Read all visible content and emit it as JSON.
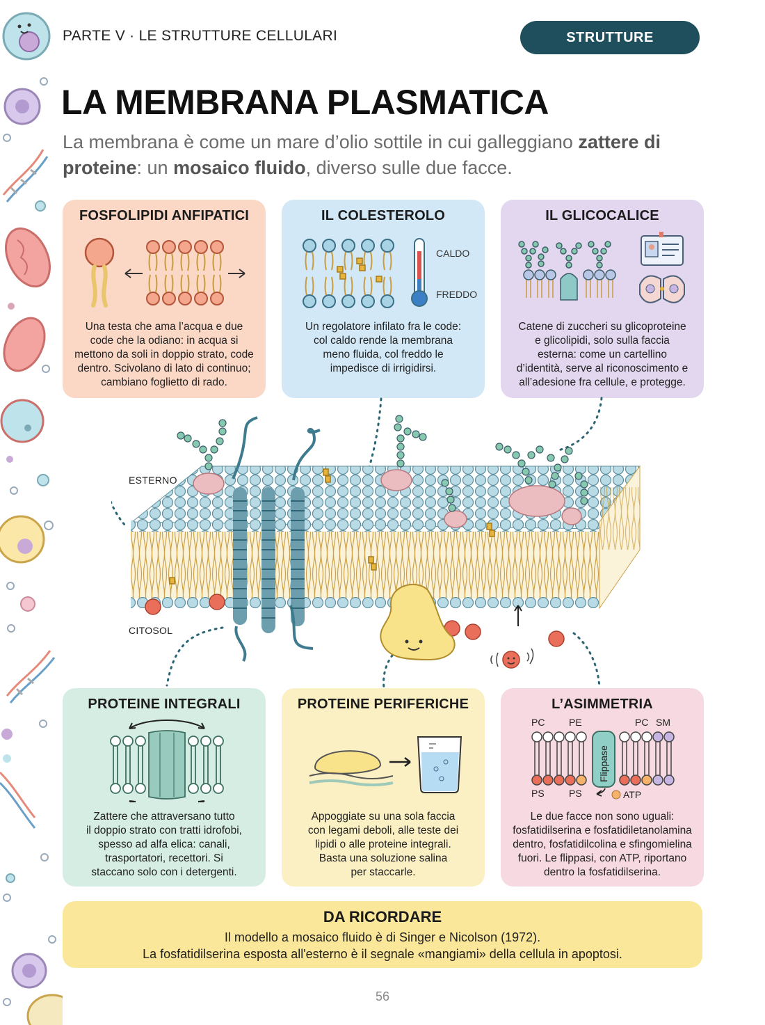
{
  "header": {
    "section": "PARTE V · LE STRUTTURE CELLULARI",
    "tag": "STRUTTURE"
  },
  "title": "LA MEMBRANA PLASMATICA",
  "intro": {
    "t1": "La membrana è come un mare d’olio sottile in cui galleggiano ",
    "b1": "zattere di proteine",
    "t2": ": un ",
    "b2": "mosaico fluido",
    "t3": ", diverso sulle due facce."
  },
  "cards": {
    "fosfolipidi": {
      "title": "FOSFOLIPIDI ANFIPATICI",
      "lines": [
        "Una testa che ama l’acqua e due",
        "code che la odiano: in acqua si",
        "mettono da soli in doppio strato, code",
        "dentro. Scivolano di lato di continuo;",
        "cambiano foglietto di rado."
      ]
    },
    "colesterolo": {
      "title": "IL COLESTEROLO",
      "hot": "CALDO",
      "cold": "FREDDO",
      "lines": [
        "Un regolatore infilato fra le code:",
        "col caldo rende la membrana",
        "meno fluida, col freddo le",
        "impedisce di irrigidirsi."
      ]
    },
    "glicocalice": {
      "title": "IL GLICOCALICE",
      "lines": [
        "Catene di zuccheri su glicoproteine",
        "e glicolipidi, solo sulla faccia",
        "esterna: come un cartellino",
        "d’identità, serve al riconoscimento e",
        "all’adesione fra cellule, e protegge."
      ]
    },
    "integrali": {
      "title": "PROTEINE INTEGRALI",
      "lines": [
        "Zattere che attraversano tutto",
        "il doppio strato con tratti idrofobi,",
        "spesso ad alfa elica: canali,",
        "trasportatori, recettori. Si",
        "staccano solo con i detergenti."
      ]
    },
    "periferiche": {
      "title": "PROTEINE PERIFERICHE",
      "lines": [
        "Appoggiate su una sola faccia",
        "con legami deboli, alle teste dei",
        "lipidi o alle proteine integrali.",
        "Basta una soluzione salina",
        "per staccarle."
      ]
    },
    "asimmetria": {
      "title": "L’ASIMMETRIA",
      "labels": {
        "pc1": "PC",
        "pe": "PE",
        "pc2": "PC",
        "sm": "SM",
        "ps1": "PS",
        "ps2": "PS",
        "flippase": "Flippase",
        "atp": "ATP"
      },
      "lines": [
        "Le due facce non sono uguali:",
        "fosfatidilserina e fosfatidiletanolamina",
        "dentro, fosfatidilcolina e sfingomielina",
        "fuori. Le flippasi, con ATP, riportano",
        "dentro la fosfatidilserina."
      ]
    }
  },
  "diagram": {
    "outside": "ESTERNO",
    "inside": "CITOSOL"
  },
  "remember": {
    "title": "DA RICORDARE",
    "line1": "Il modello a mosaico fluido è di Singer e Nicolson (1972).",
    "line2": "La fosfatidilserina esposta all'esterno è il segnale «mangiami» della cellula in apoptosi."
  },
  "page_number": "56",
  "colors": {
    "accent": "#1f4f5c",
    "head": "#8fc6d8",
    "tails": "#d9b55c",
    "protein": "#6d9eae",
    "sugar": "#6fb39a"
  }
}
